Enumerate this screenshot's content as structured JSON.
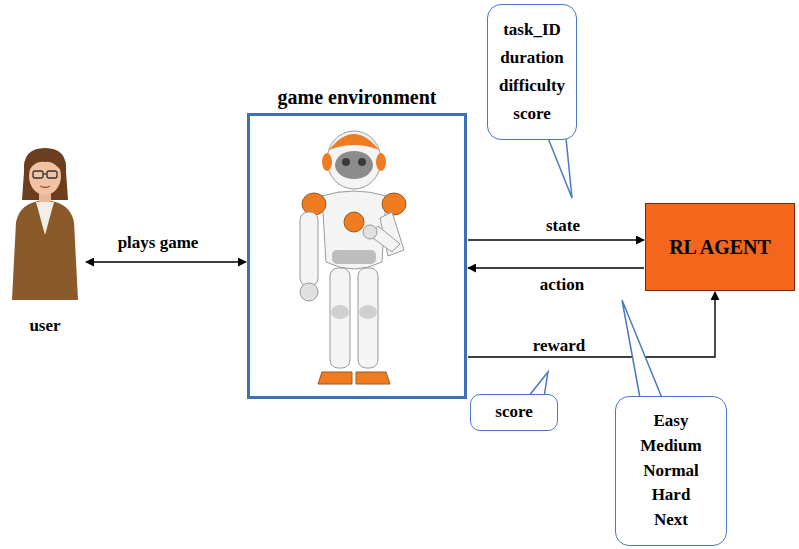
{
  "diagram": {
    "nodes": [
      {
        "text": [
          "user"
        ]
      },
      {
        "text": [
          "game environment"
        ]
      },
      {
        "text": [
          "task_ID",
          "duration",
          "difficulty",
          "score"
        ]
      },
      {
        "text": [
          "RL AGENT"
        ]
      },
      {
        "text": [
          "score"
        ]
      },
      {
        "text": [
          "Easy",
          "Medium",
          "Normal",
          "Hard",
          "Next"
        ]
      }
    ],
    "edges": [
      {
        "from": 0,
        "to": 1,
        "label": "plays game",
        "arrow": "both"
      },
      {
        "from": 1,
        "to": 3,
        "label": "state",
        "arrow": "to"
      },
      {
        "from": 3,
        "to": 1,
        "label": "action",
        "arrow": "to"
      },
      {
        "from": 1,
        "to": 3,
        "label": "reward",
        "arrow": "to"
      }
    ]
  }
}
